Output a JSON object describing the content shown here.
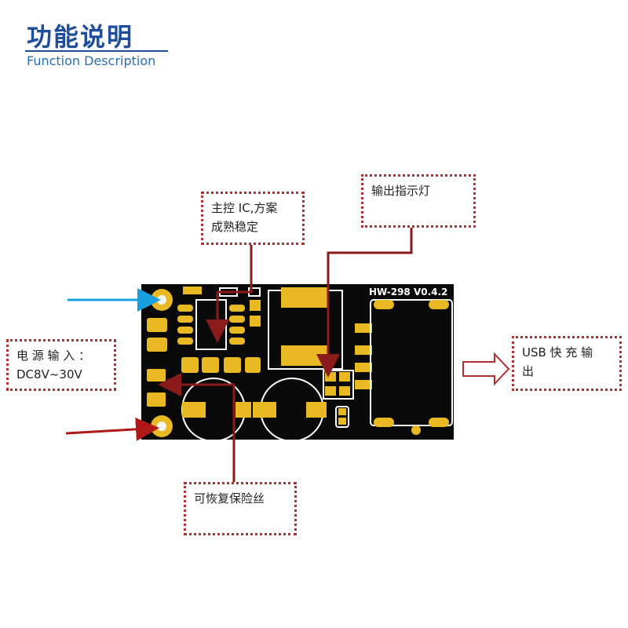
{
  "header": {
    "title": "功能说明",
    "subtitle": "Function Description"
  },
  "board": {
    "model_label": "HW-298 V0.4.2",
    "colors": {
      "board": "#0a0a0a",
      "pad": "#e8b923",
      "silkscreen": "#ffffff",
      "arrow_dark_red": "#8b1a1a",
      "arrow_red": "#b01818",
      "arrow_blue": "#1aa0e0",
      "callout_border": "#b03030"
    }
  },
  "callouts": {
    "main_ic": {
      "line1": "主控 IC,方案",
      "line2": "成熟稳定"
    },
    "indicator": {
      "text": "输出指示灯"
    },
    "power_input": {
      "line1": "电 源 输 入 ：",
      "line2": "DC8V~30V"
    },
    "usb_output": {
      "line1": "USB   快 充 输",
      "line2": "出"
    },
    "fuse": {
      "text": "可恢复保险丝"
    }
  }
}
